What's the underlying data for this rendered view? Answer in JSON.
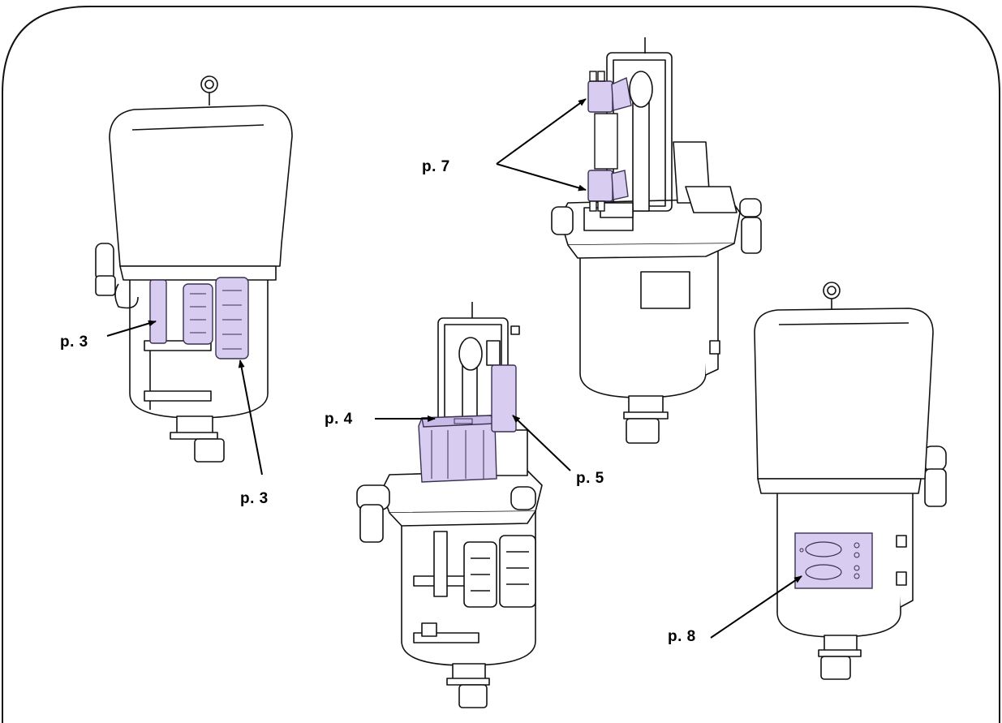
{
  "callouts": {
    "p3_upper": "p. 3",
    "p3_lower": "p. 3",
    "p4": "p. 4",
    "p5": "p. 5",
    "p7": "p. 7",
    "p8": "p. 8"
  },
  "colors": {
    "outline": "#111111",
    "body_fill": "#ffffff",
    "highlight": "#d8cdf0",
    "highlight_stroke": "#3a3050"
  }
}
